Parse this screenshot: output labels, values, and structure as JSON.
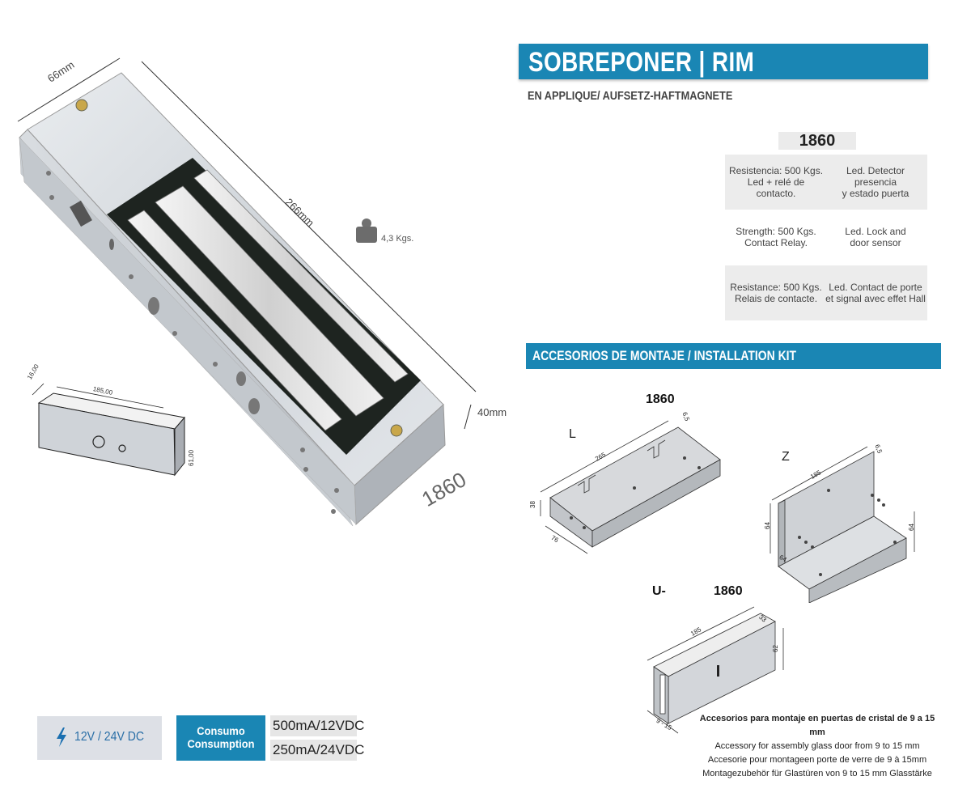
{
  "header": {
    "title": "SOBREPONER | RIM",
    "subtitle": "EN APPLIQUE/ AUFSETZ-HAFTMAGNETE"
  },
  "product": {
    "model": "1860",
    "model_large": "1860",
    "weight": "4,3 Kgs.",
    "dim_width": "66mm",
    "dim_length": "266mm",
    "dim_height": "40mm"
  },
  "armature": {
    "dim_thickness": "16,00",
    "dim_length": "185,00",
    "dim_height": "61,00"
  },
  "specs": [
    {
      "left": "Resistencia: 500 Kgs.\nLed + relé de contacto.",
      "right": "Led. Detector presencia\ny estado puerta"
    },
    {
      "left": "Strength: 500 Kgs.\nContact Relay.",
      "right": "Led. Lock and\ndoor sensor"
    },
    {
      "left": "Resistance: 500 Kgs.\nRelais de contacte.",
      "right": "Led. Contact de porte\net signal avec effet Hall"
    }
  ],
  "accessories": {
    "title": "ACCESORIOS DE MONTAJE / INSTALLATION KIT",
    "model": "1860",
    "l_bracket": {
      "label": "L",
      "length": "265",
      "height": "38",
      "depth": "76",
      "thickness": "6,5"
    },
    "z_bracket": {
      "label": "Z",
      "length": "185",
      "left_h": "64",
      "right_h": "64",
      "depth": "64",
      "thickness": "6,5"
    },
    "u_bracket": {
      "label": "U-",
      "model": "1860",
      "length": "185",
      "width": "33",
      "height": "62",
      "gap": "9 - 15"
    },
    "note": [
      "Accesorios para montaje en puertas  de cristal de 9 a 15 mm",
      "Accessory for assembly glass door from 9 to 15 mm",
      "Accesorie pour montageen porte de verre de 9  à 15mm",
      "Montagezubehör  für  Glastüren  von 9 to 15 mm Glasstärke"
    ]
  },
  "footer": {
    "voltage": "12V / 24V DC",
    "consumption_label_1": "Consumo",
    "consumption_label_2": "Consumption",
    "consumption_values": [
      "500mA/12VDC",
      "250mA/24VDC"
    ]
  },
  "colors": {
    "accent": "#1a86b4",
    "shade": "#ececec",
    "bolt": "#1a6fb0"
  },
  "icons": [
    "weight-icon",
    "lightning-icon"
  ]
}
